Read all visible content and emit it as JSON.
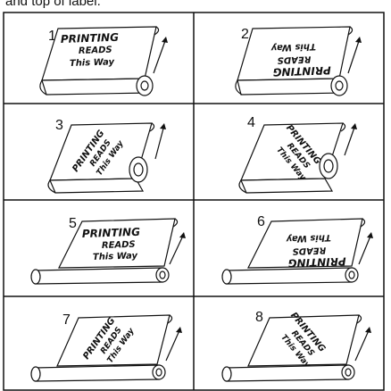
{
  "caption": "and top of label.",
  "panels": [
    {
      "number": "1",
      "line1": "PRINTING",
      "line2": "READS",
      "line3": "This Way"
    },
    {
      "number": "2",
      "line1": "PRINTING",
      "line2": "READS",
      "line3": "This Way"
    },
    {
      "number": "3",
      "line1": "PRINTING",
      "line2": "READS",
      "line3": "This Way"
    },
    {
      "number": "4",
      "line1": "PRINTING",
      "line2": "READS",
      "line3": "This Way"
    },
    {
      "number": "5",
      "line1": "PRINTING",
      "line2": "READS",
      "line3": "This Way"
    },
    {
      "number": "6",
      "line1": "PRINTING",
      "line2": "READS",
      "line3": "This Way"
    },
    {
      "number": "7",
      "line1": "PRINTING",
      "line2": "READS",
      "line3": "This Way"
    },
    {
      "number": "8",
      "line1": "PRINTING",
      "line2": "READS",
      "line3": "This Way"
    }
  ]
}
